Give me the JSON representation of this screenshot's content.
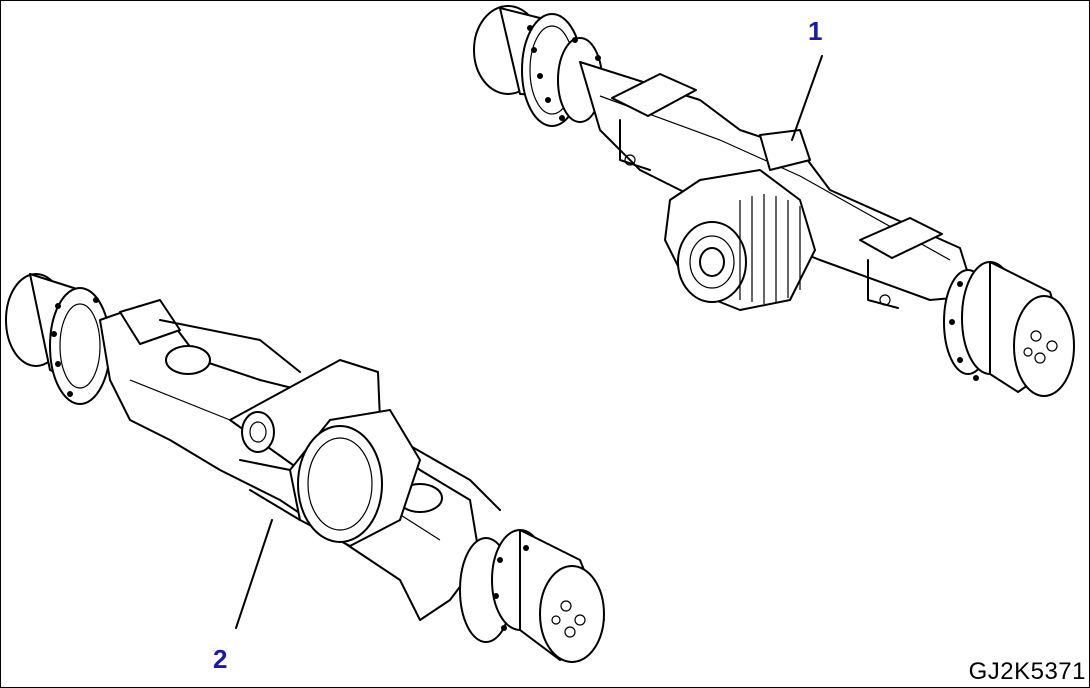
{
  "callouts": [
    {
      "label": "1"
    },
    {
      "label": "2"
    }
  ],
  "figure_id": "GJ2K5371",
  "colors": {
    "callout": "#1a1aa8",
    "line": "#000000",
    "background": "#ffffff"
  }
}
